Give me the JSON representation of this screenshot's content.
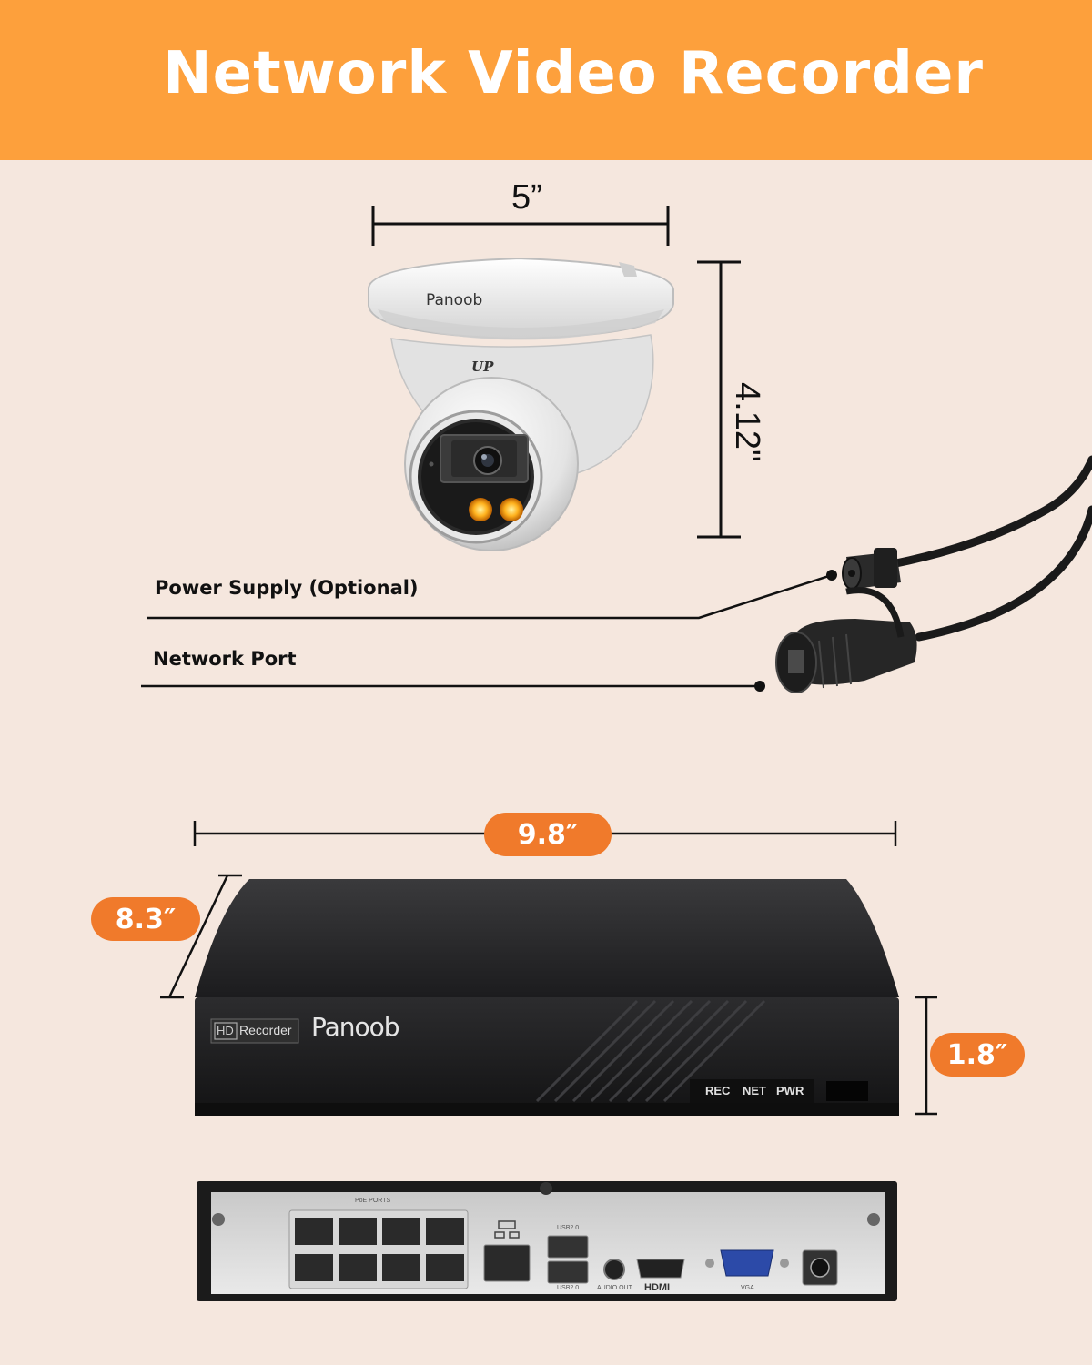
{
  "header": {
    "title": "Network Video Recorder"
  },
  "camera": {
    "brand": "Panoob",
    "mark": "UP",
    "width_label": "5”",
    "height_label": "4.12\""
  },
  "callouts": {
    "power_supply": "Power Supply (Optional)",
    "network_port": "Network Port"
  },
  "recorder": {
    "width_label": "9.8″",
    "depth_label": "8.3″",
    "height_label": "1.8″",
    "badge_hd": "HD",
    "badge_text": "Recorder",
    "brand": "Panoob",
    "leds": [
      "REC",
      "NET",
      "PWR"
    ]
  },
  "rear_panel": {
    "poe_label": "PoE PORTS",
    "usb_top": "USB2.0",
    "usb_bottom": "USB2.0",
    "audio": "AUDIO OUT",
    "hdmi": "HDMI",
    "vga": "VGA"
  },
  "colors": {
    "header": "#fda03c",
    "background": "#f5e7de",
    "accent_pill": "#f07a2b"
  }
}
